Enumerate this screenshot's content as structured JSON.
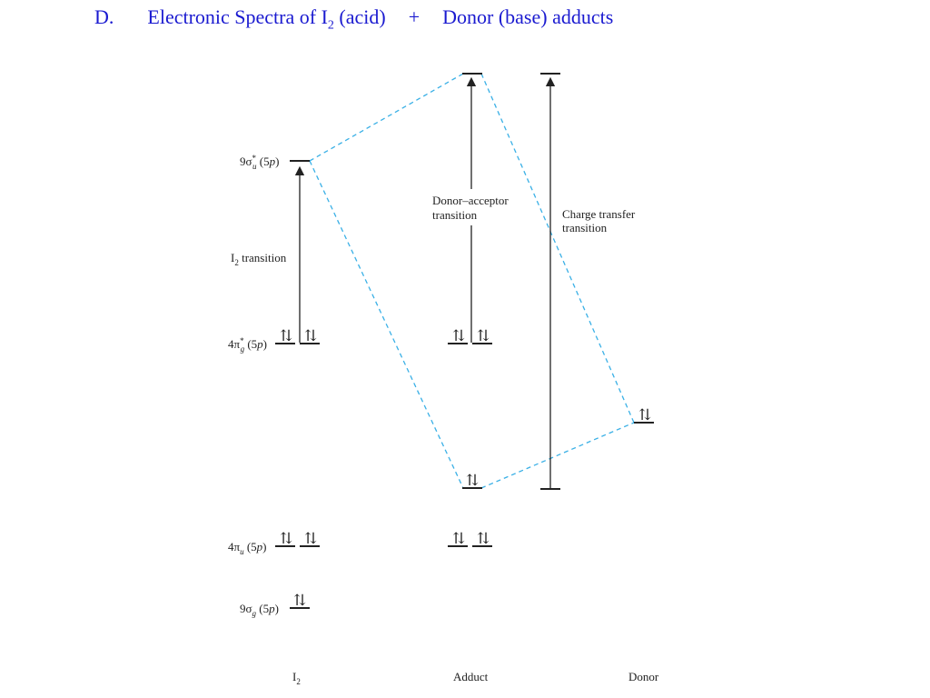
{
  "title": {
    "letter": "D.",
    "text_before_sub": "Electronic Spectra of I",
    "sub": "2",
    "text_after_sub": " (acid)",
    "plus": "+",
    "text_right": "Donor (base) adducts"
  },
  "colors": {
    "title": "#1a1ad0",
    "correlation_lines": "#3ab0e6",
    "levels": "#222222"
  },
  "orbitals": {
    "sigma_u_star": {
      "main": "9σ",
      "sup": "*",
      "sub": "u",
      "suffix_a": " (5",
      "p": "p",
      "suffix_b": ")"
    },
    "pi_g_star": {
      "main": "4π",
      "sup": "*",
      "sub": "g",
      "suffix_a": " (5",
      "p": "p",
      "suffix_b": ")"
    },
    "pi_u": {
      "main": "4π",
      "sub": "u",
      "suffix_a": " (5",
      "p": "p",
      "suffix_b": ")"
    },
    "sigma_g": {
      "main": "9σ",
      "sub": "g",
      "suffix_a": " (5",
      "p": "p",
      "suffix_b": ")"
    }
  },
  "transitions": {
    "i2": {
      "main": "I",
      "sub": "2",
      "rest": " transition"
    },
    "donor_acceptor": {
      "line1": "Donor–acceptor",
      "line2": "transition"
    },
    "charge_transfer": {
      "line1": "Charge transfer",
      "line2": "transition"
    }
  },
  "electron_pair": "⇅",
  "columns": {
    "i2": {
      "main": "I",
      "sub": "2"
    },
    "adduct": "Adduct",
    "donor": "Donor"
  }
}
